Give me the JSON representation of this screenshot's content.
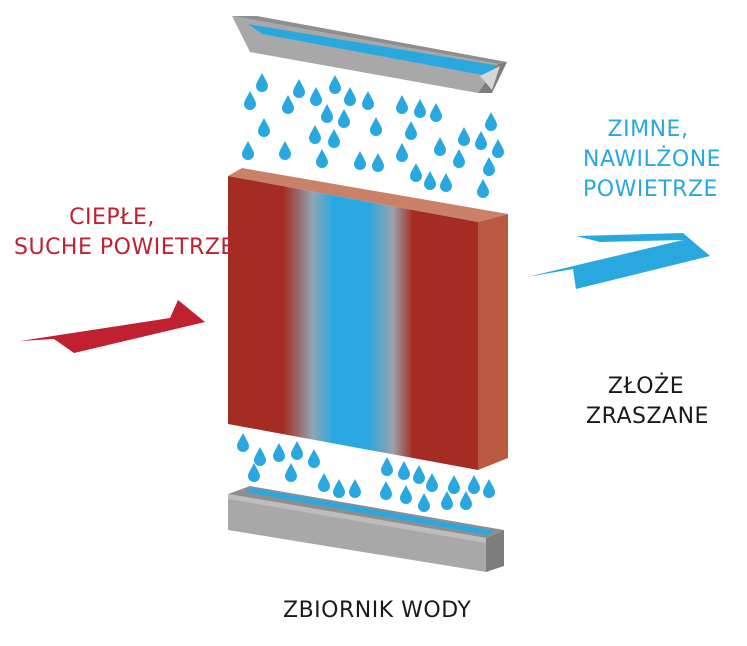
{
  "colors": {
    "warm": "#c0202f",
    "cold": "#29a8e0",
    "pad_dark": "#a52c22",
    "pad_side": "#b95a40",
    "pad_top": "#c98167",
    "water": "#29a8e0",
    "tray_gray": "#a6a6a6",
    "text_dark": "#1a1a1a"
  },
  "labels": {
    "warm_air": [
      "CIEPŁE,",
      "SUCHE POWIETRZE"
    ],
    "cold_air": [
      "ZIMNE,",
      "NAWILŻONE",
      "POWIETRZE"
    ],
    "pad": [
      "ZŁOŻE",
      "ZRASZANE"
    ],
    "tank": "ZBIORNIK WODY"
  },
  "icons": {
    "warm_arrow": "arrow-right-icon",
    "cold_arrow": "arrow-right-icon",
    "drop": "water-drop-icon"
  }
}
